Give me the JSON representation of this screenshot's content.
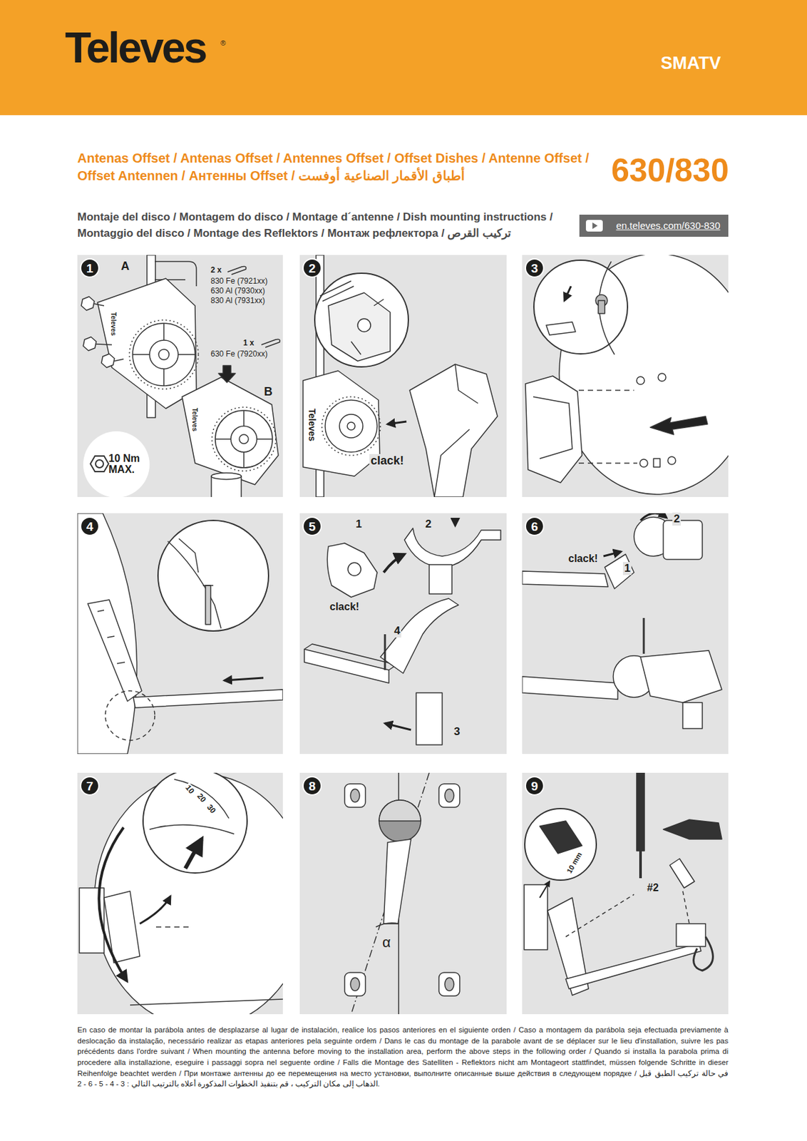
{
  "diagram": {
    "title": "Antenas Offset / Antenas Offset / Antennes Offset / Offset Dishes / Antenne Offset / Offset Antennen / Антенны Offset / أطباق الأقمار الصناعية أوفست",
    "caption": "En caso de montar la parábola antes de desplazarse al lugar de instalación, realice los pasos anteriores en el siguiente orden / Caso a montagem da parábola seja efectuada previamente à deslocação da instalação, necessário realizar as etapas anteriores pela seguinte ordem / Dans le cas du montage de la parabole avant de se déplacer sur le lieu d'installation, suivre les pas précédents dans l'ordre suivant / When mounting the antenna before moving to the installation area, perform the above steps in the following order / Quando si installa la parabola prima di procedere alla installazione, eseguire i passaggi sopra nel seguente ordine / Falls die Montage des Satelliten - Reflektors nicht am Montageort stattfindet, müssen folgende Schritte in dieser Reihenfolge beachtet werden / При монтаже антенны до ее перемещения на место установки, выполните описанные выше действия в следующем порядке / في حالة تركيب الطبق قبل الذهاب إلى مكان التركيب ، قم بتنفيذ الخطوات المذكورة أعلاه بالترتيب التالي : 3 - 4 - 5 - 6 - 2.",
    "nodes": [
      {
        "text": [
          "Televes",
          "SMATV"
        ]
      },
      {
        "text": [
          "en.televes.com/630-830"
        ]
      },
      {
        "text": [
          "1"
        ]
      },
      {
        "text": [
          "2"
        ]
      },
      {
        "text": [
          "3"
        ]
      },
      {
        "text": [
          "4"
        ]
      },
      {
        "text": [
          "5"
        ]
      },
      {
        "text": [
          "6"
        ]
      },
      {
        "text": [
          "7"
        ]
      },
      {
        "text": [
          "8"
        ]
      },
      {
        "text": [
          "9"
        ]
      },
      {
        "text": [
          "10 Nm MAX."
        ]
      }
    ],
    "labels": [
      "630/830",
      "Montaje del disco / Montagem do disco / Montage d´antenne / Dish mounting instructions / Montaggio del disco / Montage des Reflektors / Монтаж рефлектора / تركيب القرص",
      "®",
      "A",
      "2 x",
      "830 Fe (7921xx)",
      "630 Al (7930xx)",
      "830 Al (7931xx)",
      "1 x",
      "630 Fe (7920xx)",
      "B",
      "Televes",
      "Televes",
      "Televes",
      "clack!",
      "1",
      "2",
      "clack!",
      "4",
      "3",
      "2",
      "clack!",
      "1",
      "10",
      "20",
      "30",
      "α",
      "10 mm",
      "#2"
    ]
  }
}
